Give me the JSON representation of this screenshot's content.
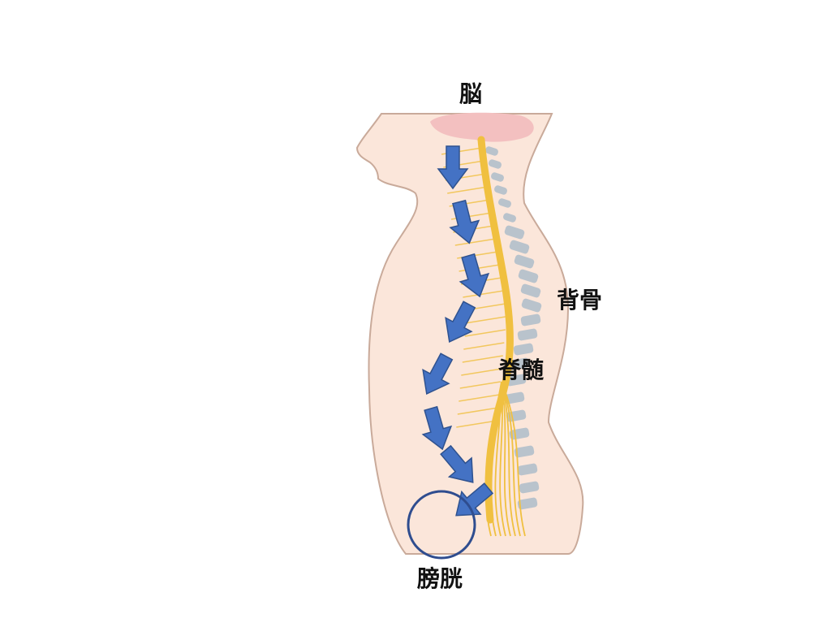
{
  "labels": {
    "brain": "脳",
    "spine": "背骨",
    "spinal_cord": "脊髄",
    "bladder": "膀胱"
  },
  "colors": {
    "skin": "#fbe6da",
    "skin_outline": "#c9aa9a",
    "brain": "#f3c0c0",
    "vertebra": "#b9c3cc",
    "nerve": "#f0c040",
    "arrow": "#4472c4",
    "arrow_outline": "#2f528f",
    "bladder_outline": "#2f4d8f"
  }
}
